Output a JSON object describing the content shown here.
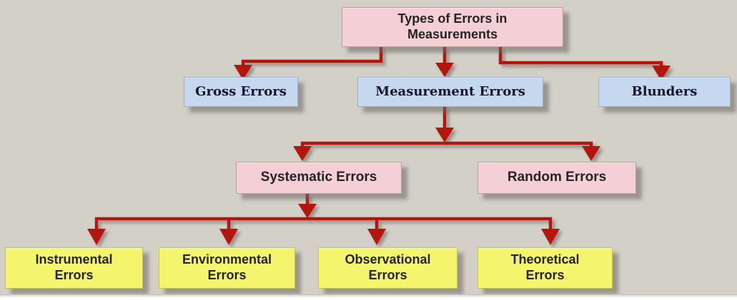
{
  "diagram_title": "Types of Errors in Measurements",
  "colors": {
    "background": "#d3d0c8",
    "pink_box": "#f4cfd6",
    "blue_box": "#c5d8ef",
    "yellow_box": "#f5f56d",
    "arrow_red": "#b41210",
    "text_dark": "#1d1d1d"
  },
  "nodes": {
    "root": {
      "label": "Types of Errors in Measurements",
      "line1": "Types of Errors in",
      "line2": "Measurements",
      "color": "pink"
    },
    "gross": {
      "label": "Gross Errors",
      "color": "blue"
    },
    "measurement": {
      "label": "Measurement Errors",
      "color": "blue"
    },
    "blunders": {
      "label": "Blunders",
      "color": "blue"
    },
    "systematic": {
      "label": "Systematic Errors",
      "color": "pink"
    },
    "random": {
      "label": "Random Errors",
      "color": "pink"
    },
    "instrumental": {
      "label": "Instrumental Errors",
      "line1": "Instrumental",
      "line2": "Errors",
      "color": "yellow"
    },
    "environmental": {
      "label": "Environmental Errors",
      "line1": "Environmental",
      "line2": "Errors",
      "color": "yellow"
    },
    "observational": {
      "label": "Observational Errors",
      "line1": "Observational",
      "line2": "Errors",
      "color": "yellow"
    },
    "theoretical": {
      "label": "Theoretical Errors",
      "line1": "Theoretical",
      "line2": "Errors",
      "color": "yellow"
    }
  },
  "edges": [
    [
      "root",
      "gross"
    ],
    [
      "root",
      "measurement"
    ],
    [
      "root",
      "blunders"
    ],
    [
      "measurement",
      "systematic"
    ],
    [
      "measurement",
      "random"
    ],
    [
      "systematic",
      "instrumental"
    ],
    [
      "systematic",
      "environmental"
    ],
    [
      "systematic",
      "observational"
    ],
    [
      "systematic",
      "theoretical"
    ]
  ]
}
